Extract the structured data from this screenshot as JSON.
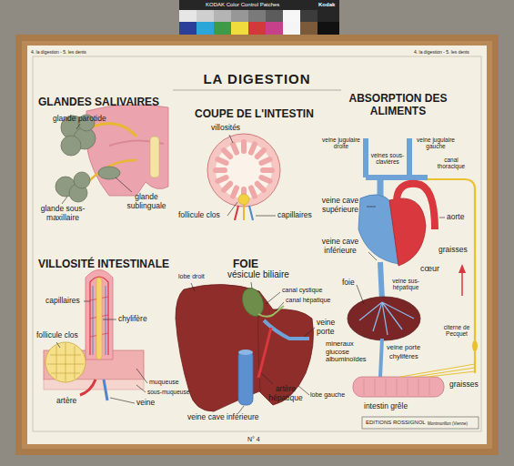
{
  "diagram": {
    "title": "LA DIGESTION",
    "labels": [
      "4. la digestion - 5. les dents",
      "4. la digestion - 5. les dents",
      "GLANDES SALIVAIRES",
      "glande parotide",
      "glande sous-maxillaire",
      "glande sublinguale",
      "COUPE DE L'INTESTIN",
      "villosités",
      "follicule clos",
      "capillaires",
      "ABSORPTION DES ALIMENTS",
      "veine jugulaire droite",
      "veines sous-clavières",
      "veine jugulaire gauche",
      "canal thoracique",
      "veine cave supérieure",
      "aorte",
      "veine cave inférieure",
      "graisses",
      "cœur",
      "foie",
      "veine sus-hépatique",
      "citerne de Pecquet",
      "mineraux glucose albuminoïdes",
      "veine porte",
      "chylifères",
      "graisses",
      "intestin grêle",
      "VILLOSITÉ INTESTINALE",
      "capillaires",
      "chylifère",
      "follicule clos",
      "muqueuse",
      "sous-muqueuse",
      "artère",
      "veine",
      "FOIE",
      "lobe droit",
      "vésicule biliaire",
      "canal cystique",
      "canal hépatique",
      "veine porte",
      "artère hépatique",
      "veine cave inférieure",
      "lobe gauche",
      "N° 4",
      "EDITIONS ROSSIGNOL",
      "Montmorillon (Vienne)",
      "KODAK Color Control Patches",
      "Kodak"
    ]
  }
}
